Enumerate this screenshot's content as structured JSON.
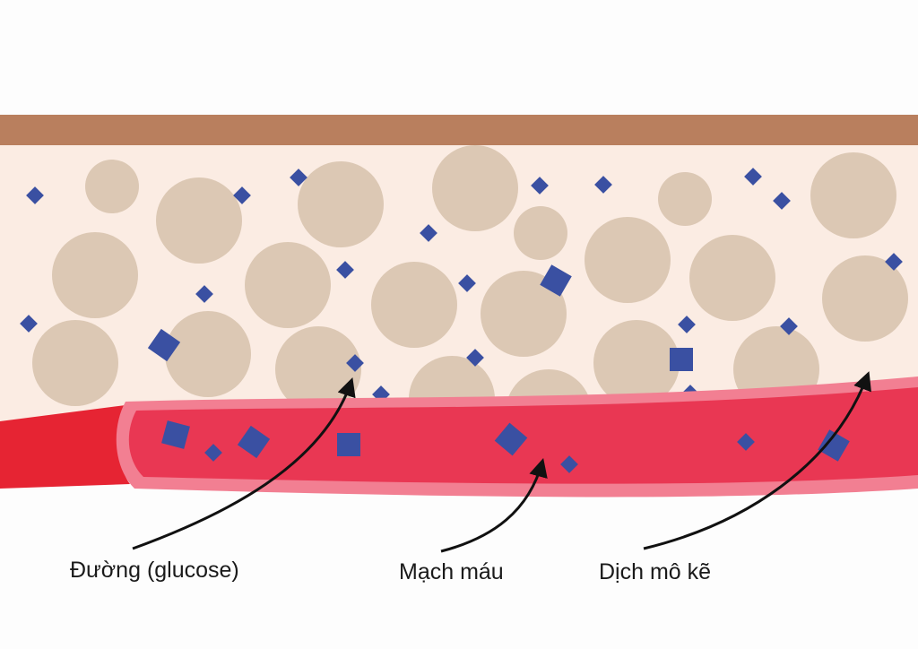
{
  "colors": {
    "background": "#fdfdfd",
    "skin_layer": "#b97f5e",
    "tissue": "#fbece3",
    "cell": "#dcc8b4",
    "glucose": "#3a50a2",
    "vessel_outer": "#e23a4e",
    "vessel_outer_left": "#e62433",
    "vessel_wall": "#f27f92",
    "vessel_inner": "#e93753",
    "arrow": "#111111"
  },
  "labels": {
    "glucose": "Đường (glucose)",
    "blood_vessel": "Mạch máu",
    "interstitial_fluid": "Dịch mô kẽ"
  }
}
